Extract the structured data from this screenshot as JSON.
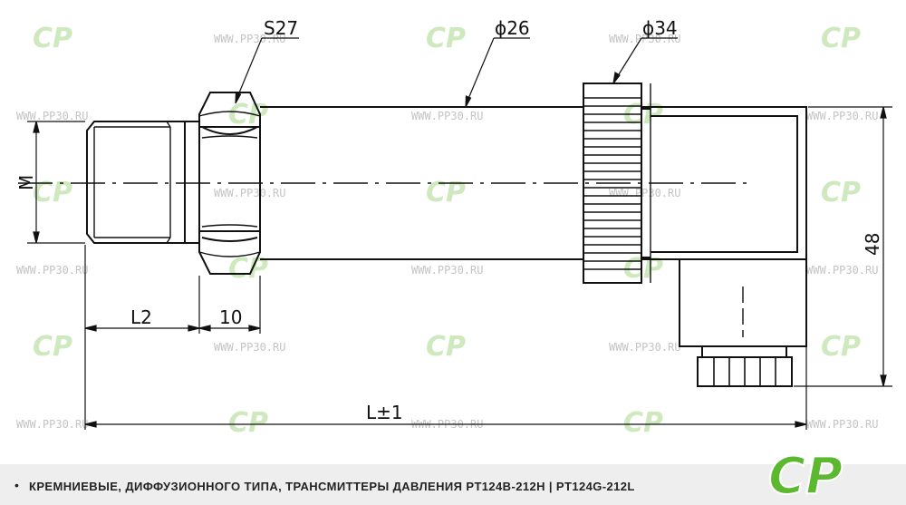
{
  "watermark": {
    "url": "WWW.PP30.RU",
    "logo": "СР"
  },
  "dimensions": {
    "wrench_size": "S27",
    "body_diameter": "ϕ26",
    "nut_diameter": "ϕ34",
    "thread": "M",
    "l2": "L2",
    "hex_width": "10",
    "total_length": "L±1",
    "height": "48"
  },
  "footer": {
    "bullet": "•",
    "caption": "КРЕМНИЕВЫЕ, ДИФФУЗИОННОГО ТИПА, ТРАНСМИТТЕРЫ ДАВЛЕНИЯ PT124B-212H | PT124G-212L"
  },
  "brand": {
    "logo": "СР",
    "color": "#5cb82e"
  }
}
